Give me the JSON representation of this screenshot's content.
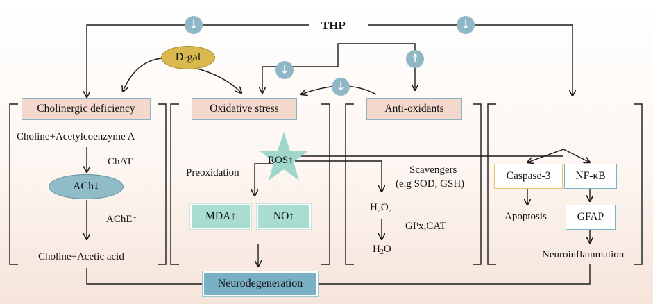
{
  "title": "THP",
  "dgal": "D-gal",
  "cholinergic": {
    "header": "Cholinergic deficiency",
    "substrate": "Choline+Acetylcoenzyme A",
    "enzyme1": "ChAT",
    "product": "ACh↓",
    "enzyme2": "AChE↑",
    "result": "Choline+Acetic acid"
  },
  "oxidative": {
    "header": "Oxidative stress",
    "ros": "ROS↑",
    "process": "Preoxidation",
    "markers": [
      "MDA↑",
      "NO↑"
    ]
  },
  "antioxidants": {
    "header": "Anti-oxidants",
    "scavengers_line1": "Scavengers",
    "scavengers_line2": "(e.g SOD, GSH)",
    "h2o2_base": "H",
    "h2o2_sub": "2",
    "h2o2_mid": "O",
    "h2o2_sub2": "2",
    "enzymes": "GPx,CAT",
    "h2o_base": "H",
    "h2o_sub": "2",
    "h2o_tail": "O"
  },
  "neuro": {
    "caspase": "Caspase-3",
    "nfkb": "NF-κB",
    "apoptosis": "Apoptosis",
    "gfap": "GFAP",
    "inflammation": "Neuroinflammation"
  },
  "outcome": "Neurodegeneration",
  "regulators": {
    "down": "↓",
    "up": "↑"
  },
  "colors": {
    "line": "#1a1a1a",
    "pink_box": "#f4d8cc",
    "teal_box": "#a9ddd2",
    "blue_circle": "#8fb7c6",
    "dgal_fill": "#d9b84e",
    "star": "#9fd8ca"
  }
}
